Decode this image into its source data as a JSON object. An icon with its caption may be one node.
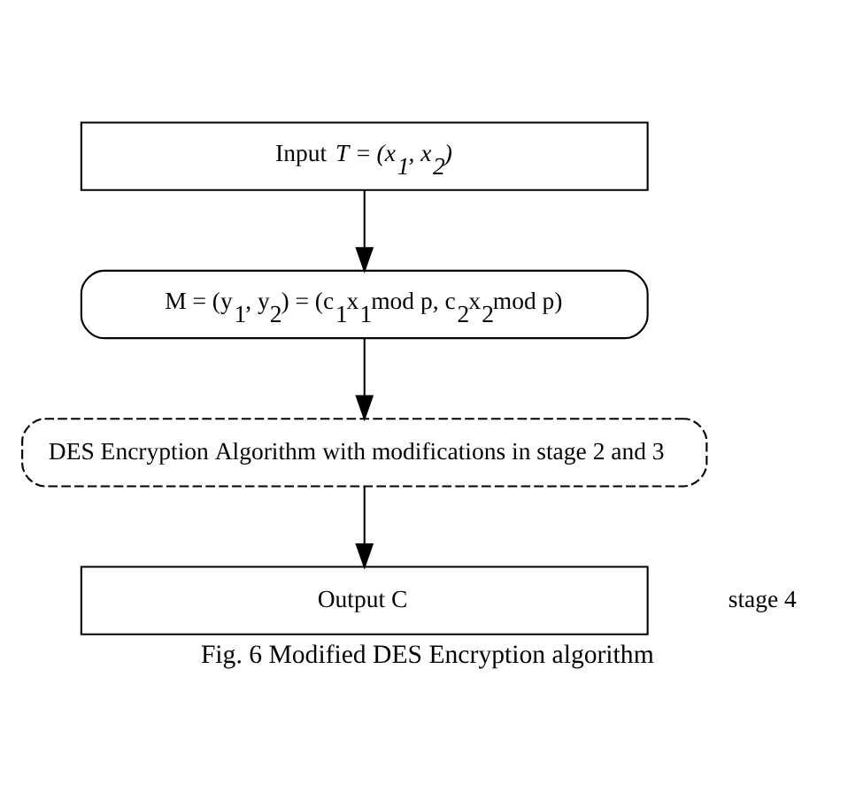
{
  "diagram": {
    "caption": "Fig. 6 Modified DES Encryption algorithm",
    "nodes": [
      {
        "text": [
          "Input *T* = *(x$_{1}$, x$_{2}$)*"
        ]
      },
      {
        "text": [
          "M = (y$_{1}$, y$_{2}$) = (c$_{1}$x$_{1}$mod p, c$_{2}$x$_{2}$mod p)"
        ]
      },
      {
        "text": [
          "DES Encryption Algorithm with modifications in stage 2 and 3"
        ]
      },
      {
        "text": [
          "Output C"
        ]
      }
    ],
    "edges": [
      {
        "from": 0,
        "to": 1,
        "arrow": "to"
      },
      {
        "from": 1,
        "to": 2,
        "arrow": "to"
      },
      {
        "from": 2,
        "to": 3,
        "arrow": "to"
      }
    ],
    "labels": [
      "stage 4"
    ]
  }
}
